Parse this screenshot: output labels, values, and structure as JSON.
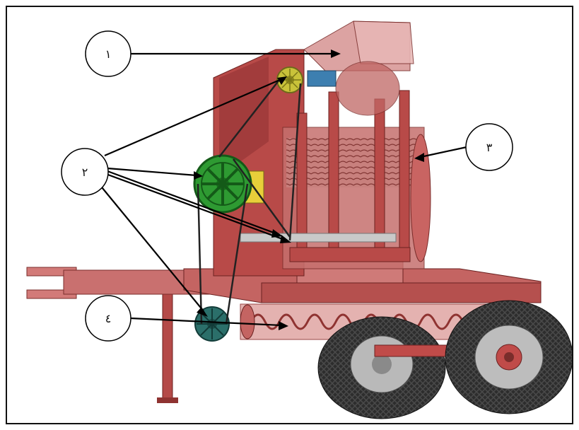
{
  "callouts": [
    {
      "id": "1",
      "label": "١"
    },
    {
      "id": "2",
      "label": "٢"
    },
    {
      "id": "3",
      "label": "٣"
    },
    {
      "id": "4",
      "label": "٤"
    }
  ],
  "colors": {
    "frame_body": "#c9706f",
    "frame_dark": "#a23c3c",
    "hopper": "#d99a98",
    "big_pulley": "#2e9a32",
    "small_pulley_top": "#c9c23a",
    "bottom_pulley": "#2b6f6a",
    "tire": "#2b2b2b",
    "rim": "#b9b9b9",
    "shaft": "#c9c9c9",
    "outline": "#111111"
  }
}
